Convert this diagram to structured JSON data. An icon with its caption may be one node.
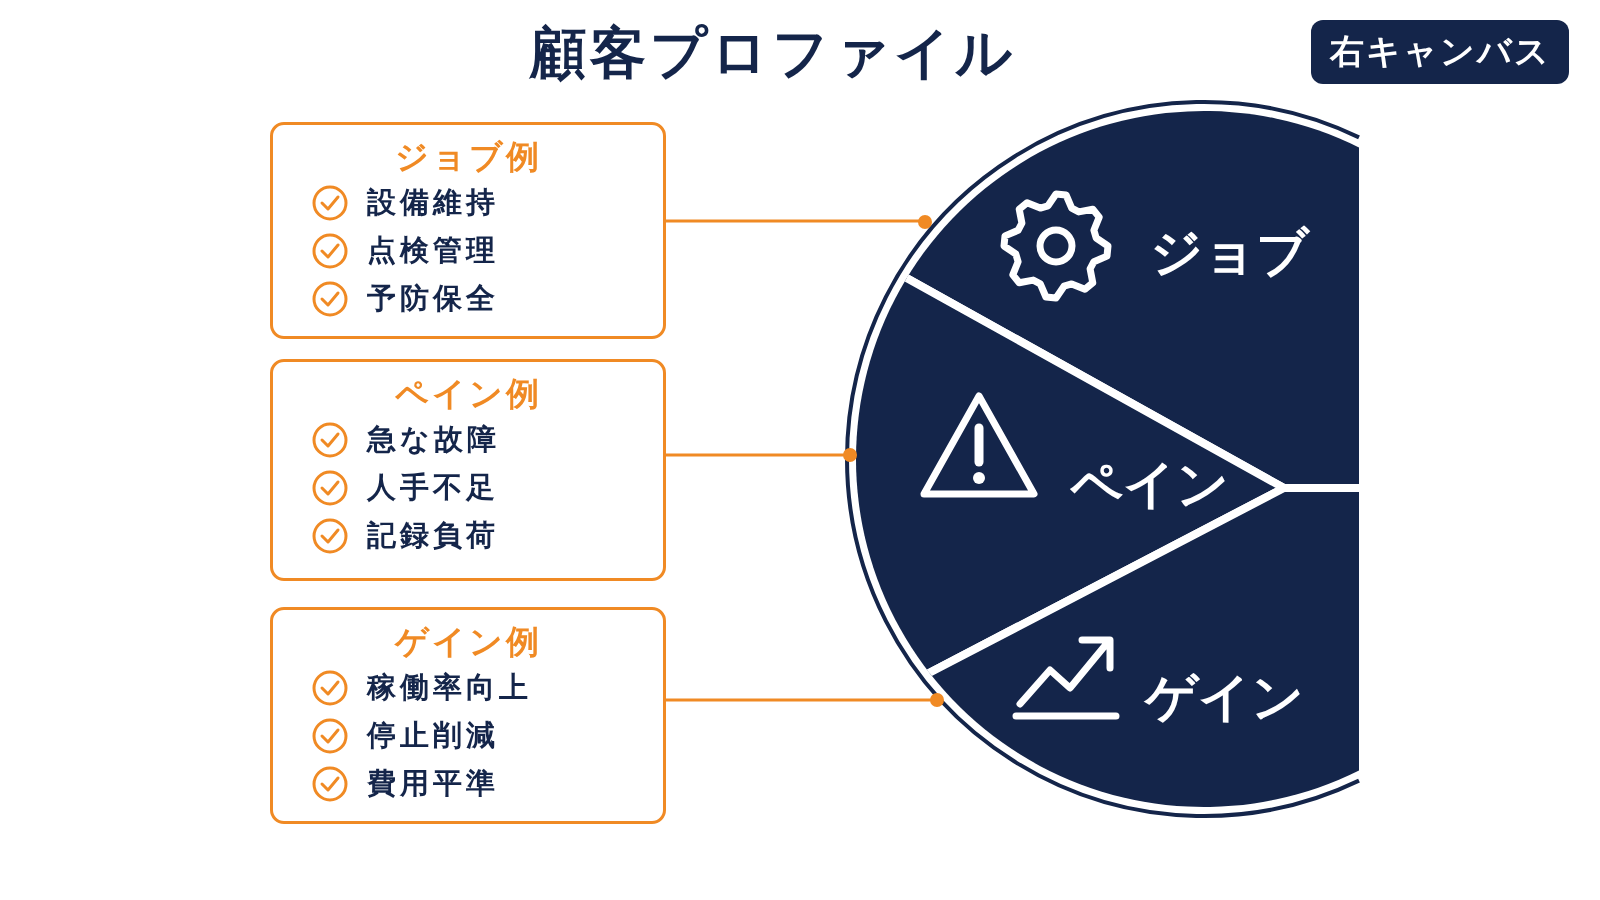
{
  "diagram": {
    "title": "顧客プロファイル",
    "nodes": [
      {
        "text": [
          "ジョブ例",
          "設備維持",
          "点検管理",
          "予防保全"
        ]
      },
      {
        "text": [
          "ペイン例",
          "急な故障",
          "人手不足",
          "記録負荷"
        ]
      },
      {
        "text": [
          "ゲイン例",
          "稼働率向上",
          "停止削減",
          "費用平準"
        ]
      },
      {
        "text": [
          "ジョブ"
        ]
      },
      {
        "text": [
          "ペイン"
        ]
      },
      {
        "text": [
          "ゲイン"
        ]
      },
      {
        "text": [
          "右キャンバス"
        ]
      }
    ],
    "edges": [
      {
        "from": 0,
        "to": 3,
        "arrow": "other"
      },
      {
        "from": 1,
        "to": 4,
        "arrow": "other"
      },
      {
        "from": 2,
        "to": 5,
        "arrow": "other"
      }
    ]
  }
}
